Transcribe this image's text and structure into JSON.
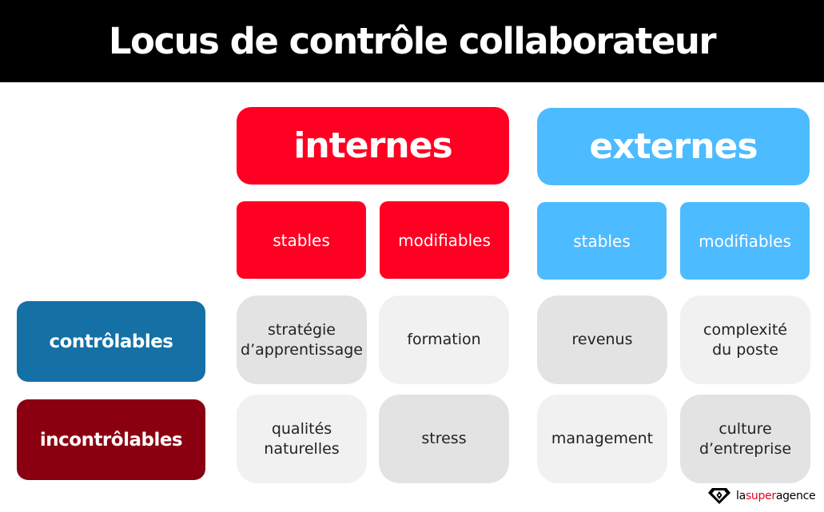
{
  "title": "Locus de contrôle collaborateur",
  "colors": {
    "internal": "#ff0022",
    "external": "#4dbbff",
    "controllable": "#1470a5",
    "uncontrollable": "#8a0011",
    "cell_dark": "#e3e3e3",
    "cell_light": "#f1f1f1",
    "header_bg": "#000000"
  },
  "columns": [
    {
      "label": "internes",
      "sub": [
        {
          "label": "stables"
        },
        {
          "label": "modifiables"
        }
      ]
    },
    {
      "label": "externes",
      "sub": [
        {
          "label": "stables"
        },
        {
          "label": "modifiables"
        }
      ]
    }
  ],
  "rows": [
    {
      "label": "contrôlables",
      "cells": [
        "stratégie\nd’apprentissage",
        "formation",
        "revenus",
        "complexité\ndu poste"
      ]
    },
    {
      "label": "incontrôlables",
      "cells": [
        "qualités\nnaturelles",
        "stress",
        "management",
        "culture\nd’entreprise"
      ]
    }
  ],
  "logo": {
    "icon": "diamond-pen-icon",
    "text_pre": "la",
    "text_accent": "super",
    "text_post": "agence"
  }
}
